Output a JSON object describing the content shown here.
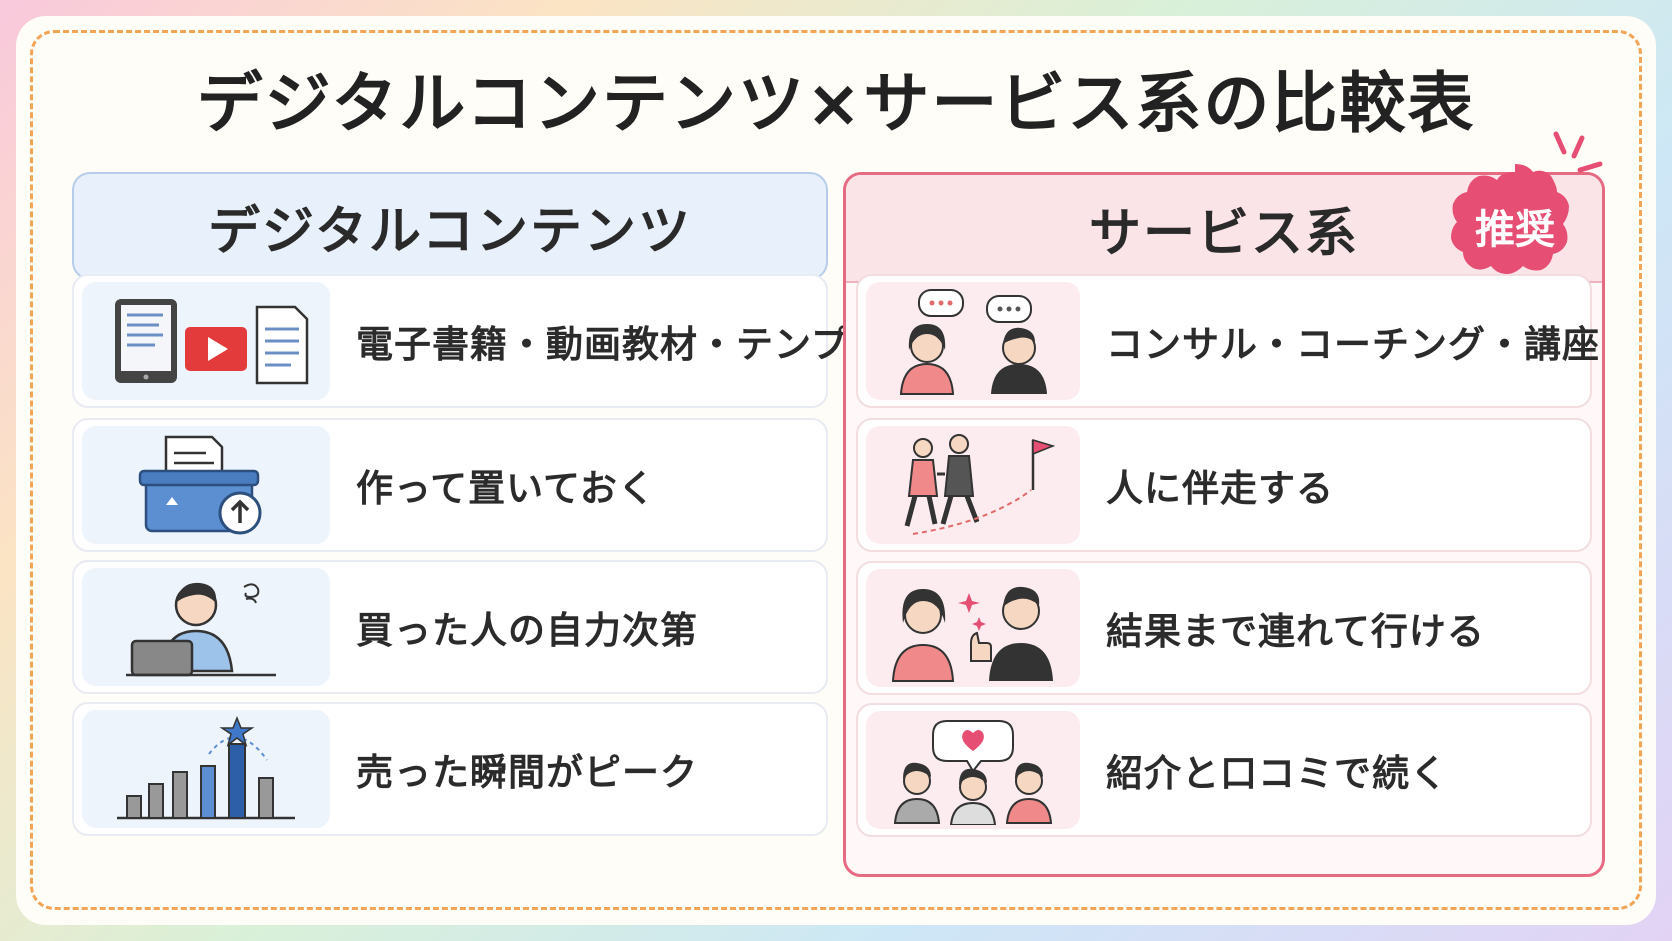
{
  "title": "デジタルコンテンツ×サービス系の比較表",
  "left": {
    "header": "デジタルコンテンツ",
    "items": [
      {
        "text": "電子書籍・動画教材・テンプレ",
        "icon": "devices-icon"
      },
      {
        "text": "作って置いておく",
        "icon": "upload-box-icon"
      },
      {
        "text": "買った人の自力次第",
        "icon": "confused-user-laptop-icon"
      },
      {
        "text": "売った瞬間がピーク",
        "icon": "peak-bar-chart-icon"
      }
    ]
  },
  "right": {
    "header": "サービス系",
    "badge": "推奨",
    "items": [
      {
        "text": "コンサル・コーチング・講座",
        "icon": "conversation-icon"
      },
      {
        "text": "人に伴走する",
        "icon": "walking-together-icon"
      },
      {
        "text": "結果まで連れて行ける",
        "icon": "thumbs-up-coach-icon"
      },
      {
        "text": "紹介と口コミで続く",
        "icon": "word-of-mouth-icon"
      }
    ]
  },
  "colors": {
    "accent_pink": "#e64f73",
    "panel_blue": "#e7f0fb",
    "panel_pink": "#fbe4e8",
    "dash_orange": "#f2a556"
  }
}
